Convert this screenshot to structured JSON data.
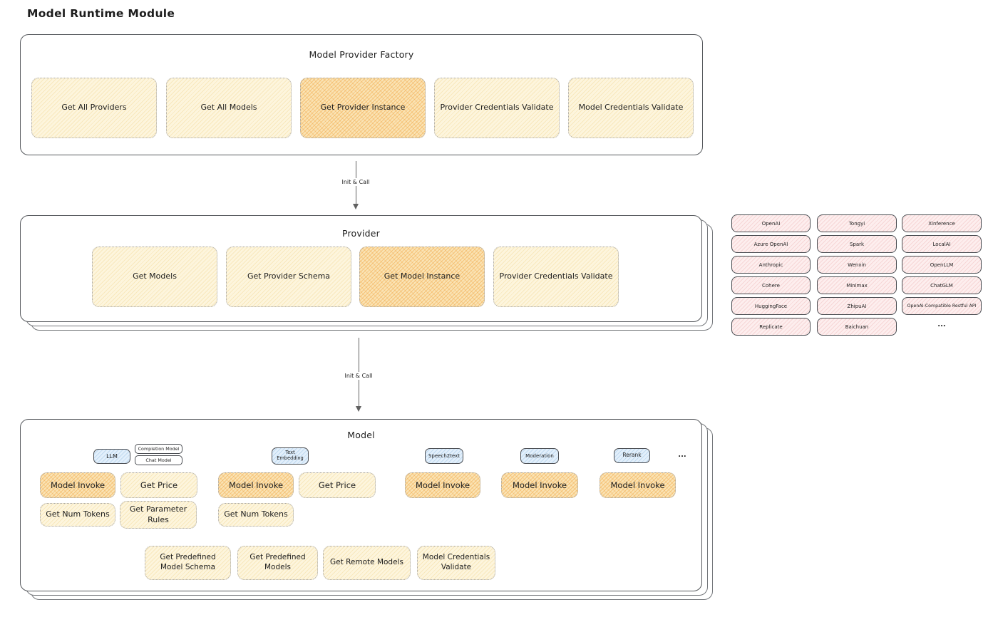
{
  "title": "Model Runtime Module",
  "colors": {
    "yellow_fill": "#fdf5dd",
    "orange_fill": "#fae3b4",
    "blue_fill": "#e2effb",
    "pink_fill": "#fdeeee",
    "border_dark": "#55585c",
    "border_dotted": "#a3a3a3",
    "ink": "#1d1d1d"
  },
  "factory": {
    "title": "Model Provider Factory",
    "boxes": [
      {
        "label": "Get All Providers",
        "variant": "yellow"
      },
      {
        "label": "Get All Models",
        "variant": "yellow"
      },
      {
        "label": "Get Provider Instance",
        "variant": "orange"
      },
      {
        "label": "Provider Credentials Validate",
        "variant": "yellow"
      },
      {
        "label": "Model Credentials Validate",
        "variant": "yellow"
      }
    ]
  },
  "arrows": [
    {
      "label": "Init & Call"
    },
    {
      "label": "Init & Call"
    }
  ],
  "provider": {
    "title": "Provider",
    "boxes": [
      {
        "label": "Get Models",
        "variant": "yellow"
      },
      {
        "label": "Get Provider Schema",
        "variant": "yellow"
      },
      {
        "label": "Get Model Instance",
        "variant": "orange"
      },
      {
        "label": "Provider Credentials Validate",
        "variant": "yellow"
      }
    ]
  },
  "providers_grid": {
    "columns": [
      [
        "OpenAI",
        "Azure OpenAI",
        "Anthropic",
        "Cohere",
        "HuggingFace",
        "Replicate"
      ],
      [
        "Tongyi",
        "Spark",
        "Wenxin",
        "Minimax",
        "ZhipuAI",
        "Baichuan"
      ],
      [
        "Xinference",
        "LocalAI",
        "OpenLLM",
        "ChatGLM",
        "OpenAI-Compatible Restful API"
      ]
    ],
    "ellipsis": "..."
  },
  "model": {
    "title": "Model",
    "tags_ellipsis": "...",
    "groups": [
      {
        "tag": "LLM",
        "subtags": [
          "Completion Model",
          "Chat Model"
        ],
        "funcs": [
          {
            "label": "Model Invoke",
            "variant": "orange"
          },
          {
            "label": "Get Price",
            "variant": "yellow"
          },
          {
            "label": "Get Num Tokens",
            "variant": "yellow"
          },
          {
            "label": "Get Parameter Rules",
            "variant": "yellow"
          }
        ]
      },
      {
        "tag": "Text Embedding",
        "funcs": [
          {
            "label": "Model Invoke",
            "variant": "orange"
          },
          {
            "label": "Get Price",
            "variant": "yellow"
          },
          {
            "label": "Get Num Tokens",
            "variant": "yellow"
          }
        ]
      },
      {
        "tag": "Speech2text",
        "funcs": [
          {
            "label": "Model Invoke",
            "variant": "orange"
          }
        ]
      },
      {
        "tag": "Moderation",
        "funcs": [
          {
            "label": "Model Invoke",
            "variant": "orange"
          }
        ]
      },
      {
        "tag": "Rerank",
        "funcs": [
          {
            "label": "Model Invoke",
            "variant": "orange"
          }
        ]
      }
    ],
    "bottom": [
      "Get Predefined Model Schema",
      "Get Predefined Models",
      "Get Remote Models",
      "Model Credentials Validate"
    ]
  }
}
